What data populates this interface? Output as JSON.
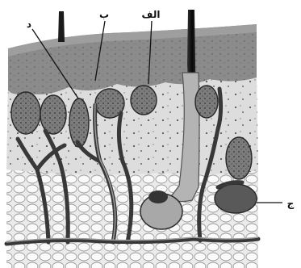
{
  "labels": {
    "d": "د",
    "b": "ب",
    "alef": "الف",
    "j": "ج"
  }
}
